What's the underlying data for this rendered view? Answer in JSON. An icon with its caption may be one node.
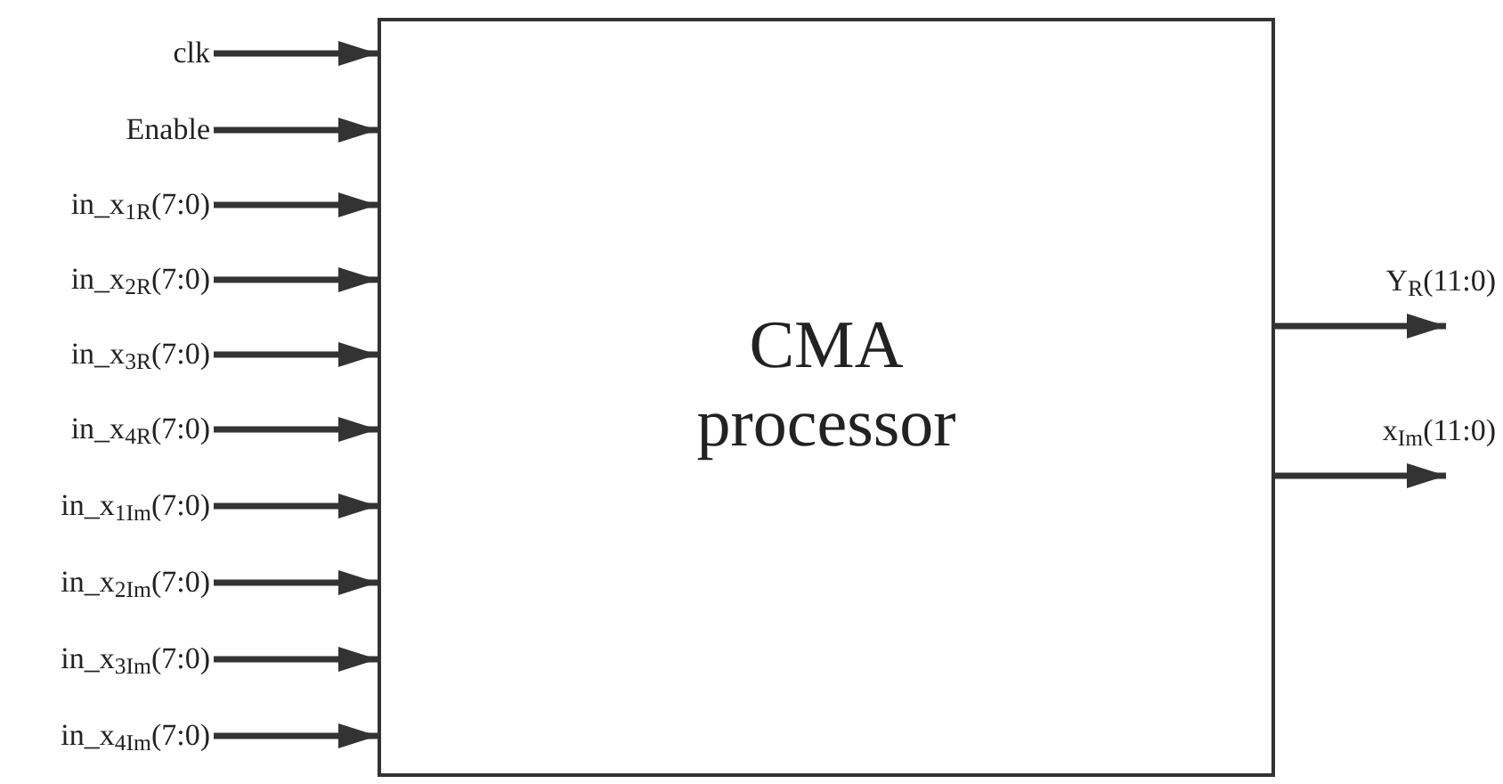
{
  "diagram": {
    "nodes": [
      {
        "text": [
          "CMA processor"
        ]
      },
      {
        "text": [
          "clk"
        ]
      },
      {
        "text": [
          "Enable"
        ]
      },
      {
        "text": [
          "in_x$_{1R}$(7:0)"
        ]
      },
      {
        "text": [
          "in_x$_{2R}$(7:0)"
        ]
      },
      {
        "text": [
          "in_x$_{3R}$(7:0)"
        ]
      },
      {
        "text": [
          "in_x$_{4R}$(7:0)"
        ]
      },
      {
        "text": [
          "in_x$_{1Im}$(7:0)"
        ]
      },
      {
        "text": [
          "in_x$_{2Im}$(7:0)"
        ]
      },
      {
        "text": [
          "in_x$_{3Im}$(7:0)"
        ]
      },
      {
        "text": [
          "in_x$_{4Im}$(7:0)"
        ]
      }
    ],
    "edges": [
      {
        "from": 1,
        "to": 0,
        "arrow": "to"
      },
      {
        "from": 2,
        "to": 0,
        "arrow": "to"
      },
      {
        "from": 3,
        "to": 0,
        "arrow": "to"
      },
      {
        "from": 4,
        "to": 0,
        "arrow": "to"
      },
      {
        "from": 5,
        "to": 0,
        "arrow": "to"
      },
      {
        "from": 6,
        "to": 0,
        "arrow": "to"
      },
      {
        "from": 7,
        "to": 0,
        "arrow": "to"
      },
      {
        "from": 8,
        "to": 0,
        "arrow": "to"
      },
      {
        "from": 9,
        "to": 0,
        "arrow": "to"
      },
      {
        "from": 10,
        "to": 0,
        "arrow": "to"
      },
      {
        "from": 0,
        "to": null,
        "arrow": "to",
        "label": "Y$_{R}$(11:0)"
      },
      {
        "from": 0,
        "to": null,
        "arrow": "to",
        "label": "x$_{Im}$(11:0)"
      }
    ]
  }
}
